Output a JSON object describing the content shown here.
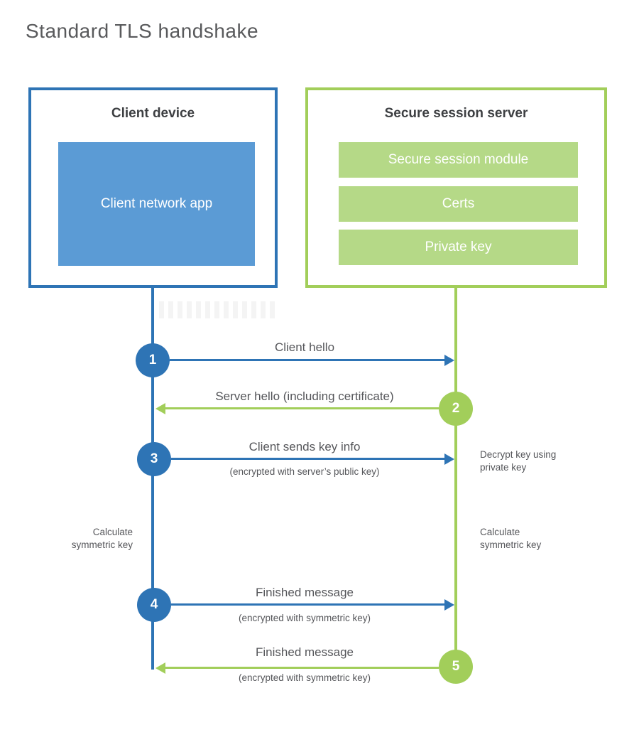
{
  "page": {
    "title": "Standard TLS handshake"
  },
  "colors": {
    "blue_line": "#2e74b5",
    "blue_fill": "#5b9bd5",
    "green_line": "#a2ce5a",
    "green_fill": "#b5d987",
    "text": "#55565a",
    "heading": "#3d3f42"
  },
  "client": {
    "title": "Client device",
    "module": "Client network app"
  },
  "server": {
    "title": "Secure session server",
    "modules": [
      "Secure session module",
      "Certs",
      "Private key"
    ]
  },
  "steps": [
    {
      "number": "1",
      "label": "Client hello",
      "sublabel": "",
      "direction": "right",
      "color": "blue"
    },
    {
      "number": "2",
      "label": "Server hello (including certificate)",
      "sublabel": "",
      "direction": "left",
      "color": "green"
    },
    {
      "number": "3",
      "label": "Client sends key info",
      "sublabel": "(encrypted with server’s public key)",
      "direction": "right",
      "color": "blue"
    },
    {
      "number": "4",
      "label": "Finished message",
      "sublabel": "(encrypted with symmetric key)",
      "direction": "right",
      "color": "blue"
    },
    {
      "number": "5",
      "label": "Finished message",
      "sublabel": "(encrypted with symmetric key)",
      "direction": "left",
      "color": "green"
    }
  ],
  "side_notes": {
    "decrypt": "Decrypt key using private key",
    "calc_left": "Calculate symmetric key",
    "calc_right": "Calculate symmetric key"
  }
}
